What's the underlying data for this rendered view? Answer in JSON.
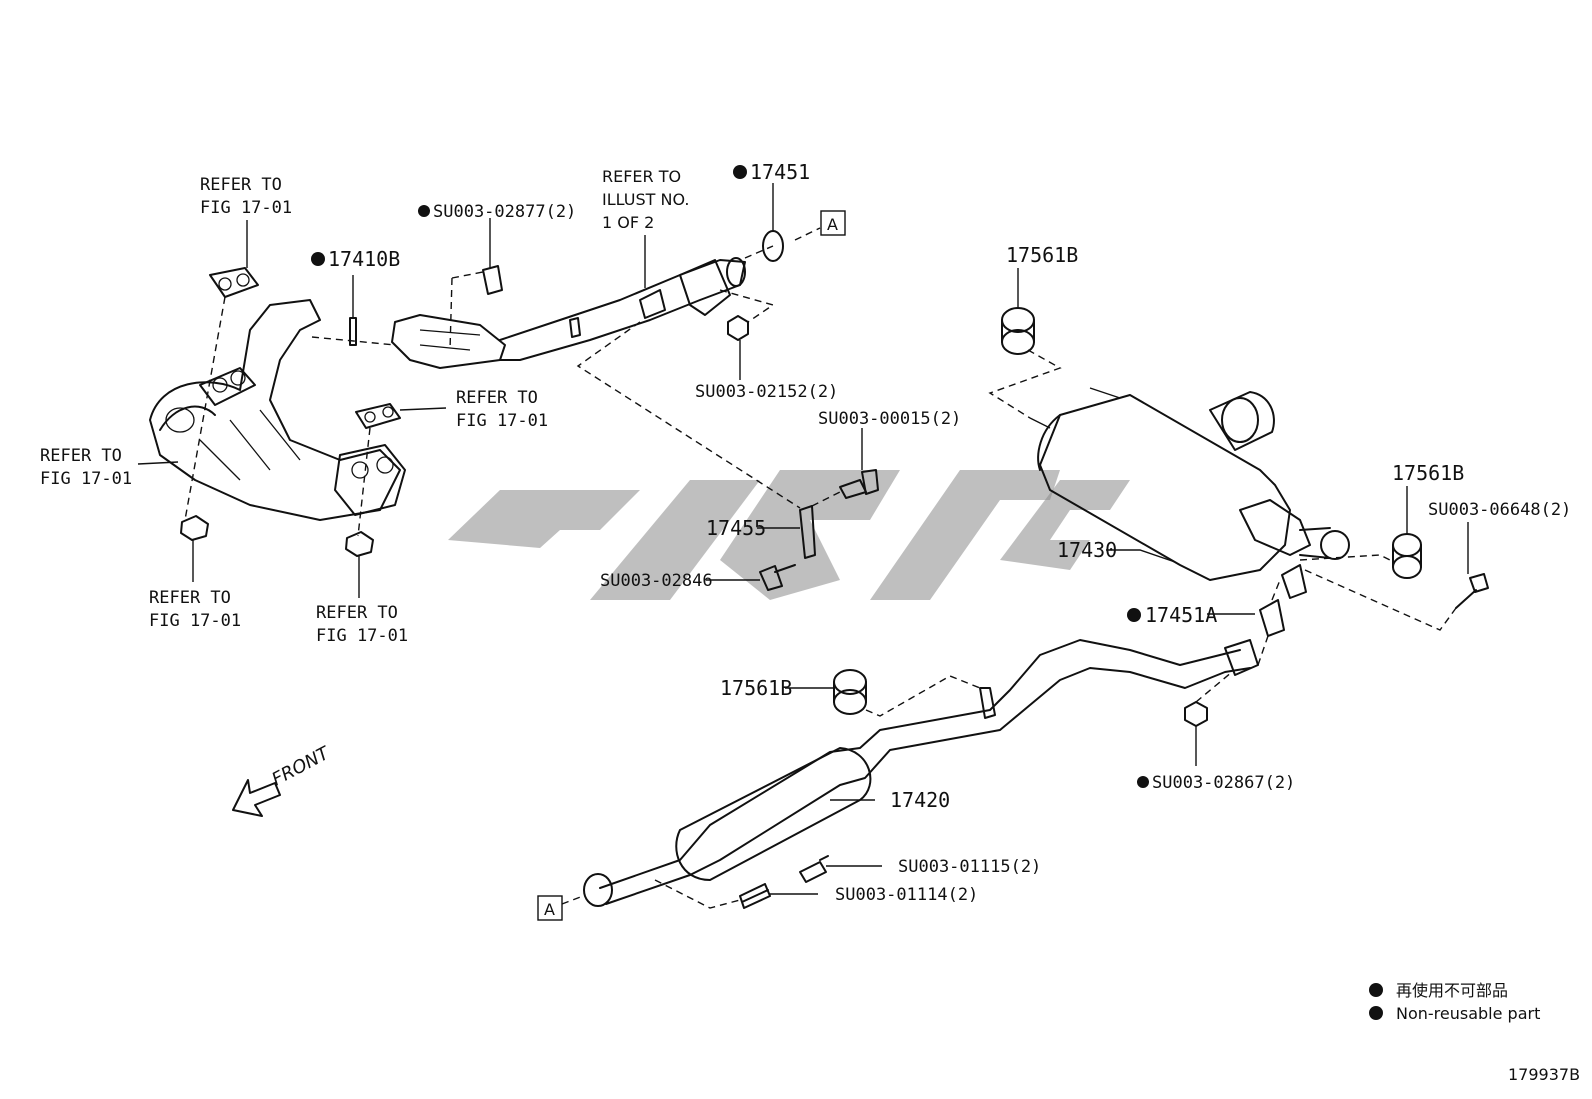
{
  "callouts": {
    "refer_manifold_top": "REFER TO\nFIG 17-01",
    "refer_manifold_mid": "REFER TO\nFIG 17-01",
    "refer_manifold_left": "REFER TO\nFIG 17-01",
    "refer_nut_left": "REFER TO\nFIG 17-01",
    "refer_nut_right": "REFER TO\nFIG 17-01",
    "refer_illust": "REFER TO\nILLUST NO.\n1 OF 2"
  },
  "parts": {
    "p17410B": "17410B",
    "p02877": "SU003-02877(2)",
    "p17451": "17451",
    "p02152": "SU003-02152(2)",
    "p00015": "SU003-00015(2)",
    "p17455": "17455",
    "p02846": "SU003-02846",
    "p17561B_top": "17561B",
    "p17430": "17430",
    "p17561B_right": "17561B",
    "p06648": "SU003-06648(2)",
    "p17451A": "17451A",
    "p17561B_mid": "17561B",
    "p17420": "17420",
    "p02867": "SU003-02867(2)",
    "p01115": "SU003-01115(2)",
    "p01114": "SU003-01114(2)"
  },
  "markers": {
    "a_top": "A",
    "a_bottom": "A"
  },
  "front_label": "FRONT",
  "legend": {
    "jp": "再使用不可部品",
    "en": "Non-reusable part"
  },
  "figure_id": "179937B",
  "colors": {
    "ink": "#111111",
    "watermark": "#8a8a8a"
  }
}
